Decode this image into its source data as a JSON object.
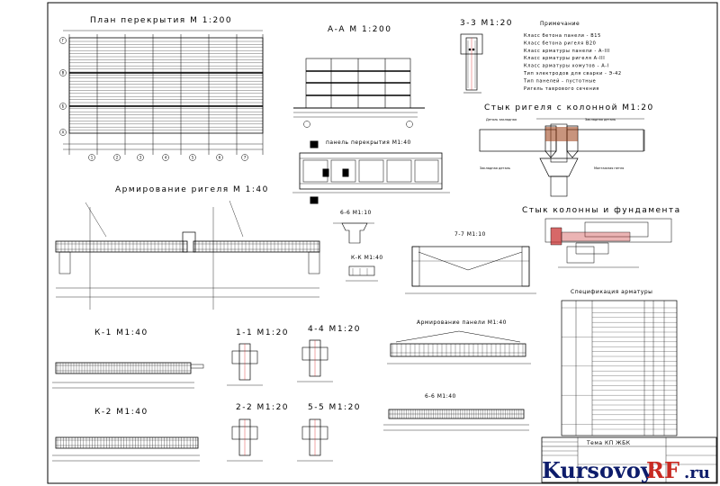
{
  "titles": {
    "plan": "План перекрытия М 1:200",
    "section_aa": "А-А М 1:200",
    "section_33": "3-3 М1:20",
    "notes_header": "Примечание",
    "beam_joint": "Стык ригеля с колонной М1:20",
    "col_found": "Стык колонны и фундамента",
    "reinf_beam": "Армирование ригеля М 1:40",
    "panel": "панель перекрытия М1:40",
    "section_66": "6-6 М1:10",
    "section_77": "7-7 М1:10",
    "section_kk": "К-К М1:40",
    "k1": "К-1 М1:40",
    "k2": "К-2 М1:40",
    "s11": "1-1 М1:20",
    "s44": "4-4 М1:20",
    "s22": "2-2 М1:20",
    "s55": "5-5 М1:20",
    "panel_reinf": "Армирование панели М1:40",
    "s66b": "6-6 М1:40",
    "spec": "Спецификация арматуры",
    "stamp": "Тема КП ЖБК"
  },
  "notes": [
    "Класс бетона панели - В15",
    "Класс бетона ригеля В20",
    "Класс арматуры панели - А-III",
    "Класс арматуры ригеля А-III",
    "Класс арматуры хомутов - А-I",
    "Тип электродов для сварки - Э-42",
    "Тип панелей - пустотные",
    "Ригель таврового сечения"
  ],
  "plan_axes": {
    "letters": [
      "Г",
      "В",
      "Б",
      "А"
    ],
    "numbers": [
      "1",
      "2",
      "3",
      "4",
      "5",
      "6",
      "7"
    ]
  },
  "joint_labels": {
    "left": "Деталь закладная",
    "right": "Закладная деталь",
    "bottom_left": "Закладная деталь",
    "bottom_right": "Монтажная петля"
  },
  "watermark": {
    "part1": "Kursovoy",
    "part2": "RF",
    "part3": ".ru"
  }
}
